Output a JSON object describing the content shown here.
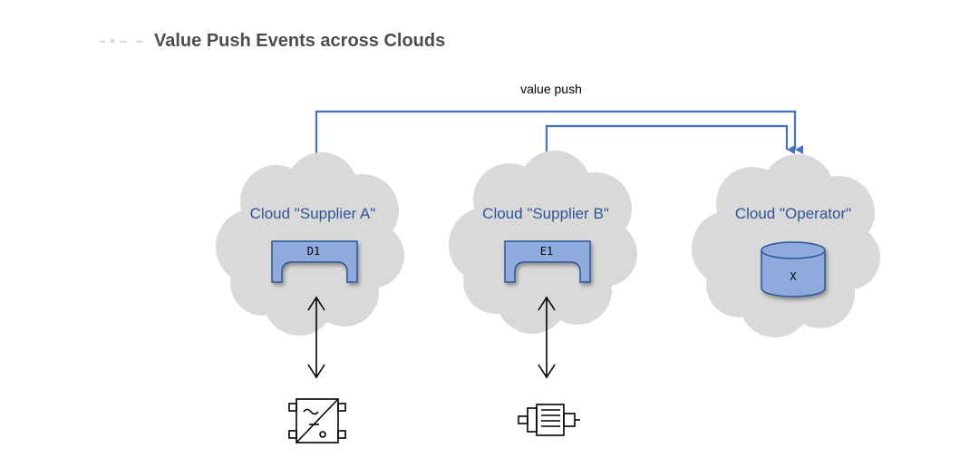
{
  "title": "Value Push Events across Clouds",
  "push_label": "value push",
  "clouds": [
    {
      "name": "Cloud \"Supplier A\"",
      "element": "D1",
      "element_type": "interface-block",
      "device_icon": "converter-device-icon"
    },
    {
      "name": "Cloud \"Supplier B\"",
      "element": "E1",
      "element_type": "interface-block",
      "device_icon": "motor-icon"
    },
    {
      "name": "Cloud \"Operator\"",
      "element": "X",
      "element_type": "database-cylinder"
    }
  ],
  "colors": {
    "cloud_fill": "#d9d9d9",
    "block_fill": "#8faadc",
    "block_stroke": "#2f5597",
    "arrow": "#4472c4",
    "title_text": "#4d4d4d",
    "cloud_text": "#2f5597"
  }
}
